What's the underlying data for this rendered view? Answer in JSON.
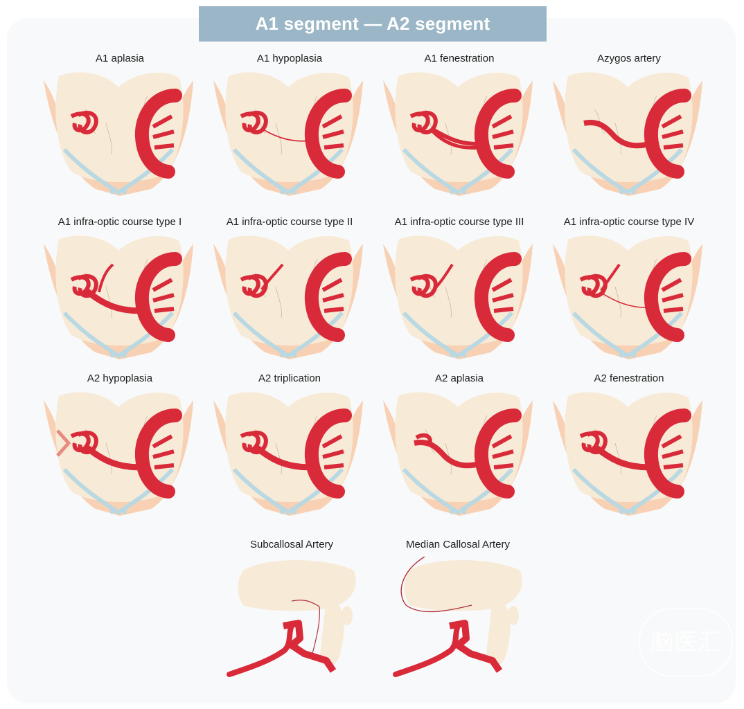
{
  "banner": {
    "title": "A1 segment — A2 segment"
  },
  "cells": [
    {
      "label": "A1 aplasia"
    },
    {
      "label": "A1 hypoplasia"
    },
    {
      "label": "A1 fenestration"
    },
    {
      "label": "Azygos artery"
    },
    {
      "label": "A1 infra-optic course type I"
    },
    {
      "label": "A1 infra-optic course type II"
    },
    {
      "label": "A1 infra-optic course type III"
    },
    {
      "label": "A1 infra-optic course type IV"
    },
    {
      "label": "A2 hypoplasia"
    },
    {
      "label": "A2 triplication"
    },
    {
      "label": "A2 aplasia"
    },
    {
      "label": "A2 fenestration"
    },
    {
      "label": "Subcallosal Artery"
    },
    {
      "label": "Median Callosal Artery"
    }
  ],
  "colors": {
    "artery": "#d92a3a",
    "tissue": "#f7ebd8",
    "nerve": "#b9d8e2",
    "banner": "#9bb6c6"
  }
}
